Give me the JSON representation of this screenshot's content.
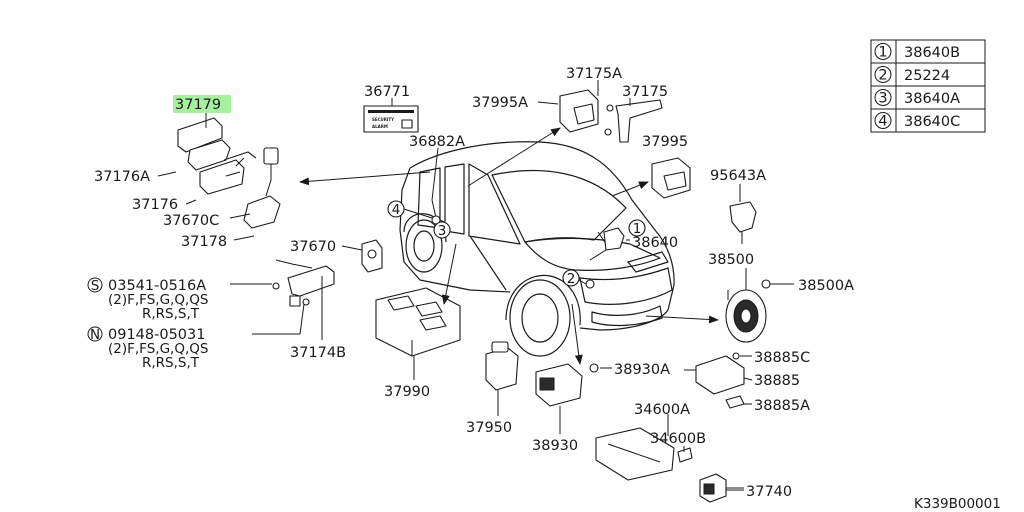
{
  "diagram": {
    "code": "K339B00001",
    "highlighted_part": "37179",
    "highlight_color": "#a6f0a0",
    "legend": [
      {
        "num": "1",
        "part": "38640B"
      },
      {
        "num": "2",
        "part": "25224"
      },
      {
        "num": "3",
        "part": "38640A"
      },
      {
        "num": "4",
        "part": "38640C"
      }
    ],
    "labels": {
      "p37179": "37179",
      "p37176A": "37176A",
      "p37176": "37176",
      "p37670C": "37670C",
      "p37178": "37178",
      "p36771": "36771",
      "p36882A": "36882A",
      "p37175A": "37175A",
      "p37175": "37175",
      "p37995A": "37995A",
      "p37995": "37995",
      "p95643A": "95643A",
      "p38640": "38640",
      "p38500": "38500",
      "p38500A": "38500A",
      "p37670": "37670",
      "p37174B": "37174B",
      "p37990": "37990",
      "p37950": "37950",
      "p38930": "38930",
      "p38930A": "38930A",
      "p38885C": "38885C",
      "p38885": "38885",
      "p38885A": "38885A",
      "p34600A": "34600A",
      "p34600B": "34600B",
      "p37740": "37740"
    },
    "screw_s": {
      "code": "03541-0516A",
      "line1": "(2)F,FS,G,Q,QS",
      "line2": "R,RS,S,T"
    },
    "nut_n": {
      "code": "09148-05031",
      "line1": "(2)F,FS,G,Q,QS",
      "line2": "R,RS,S,T"
    },
    "sticker": {
      "line1": "SECURITY",
      "line2": "ALARM"
    }
  }
}
